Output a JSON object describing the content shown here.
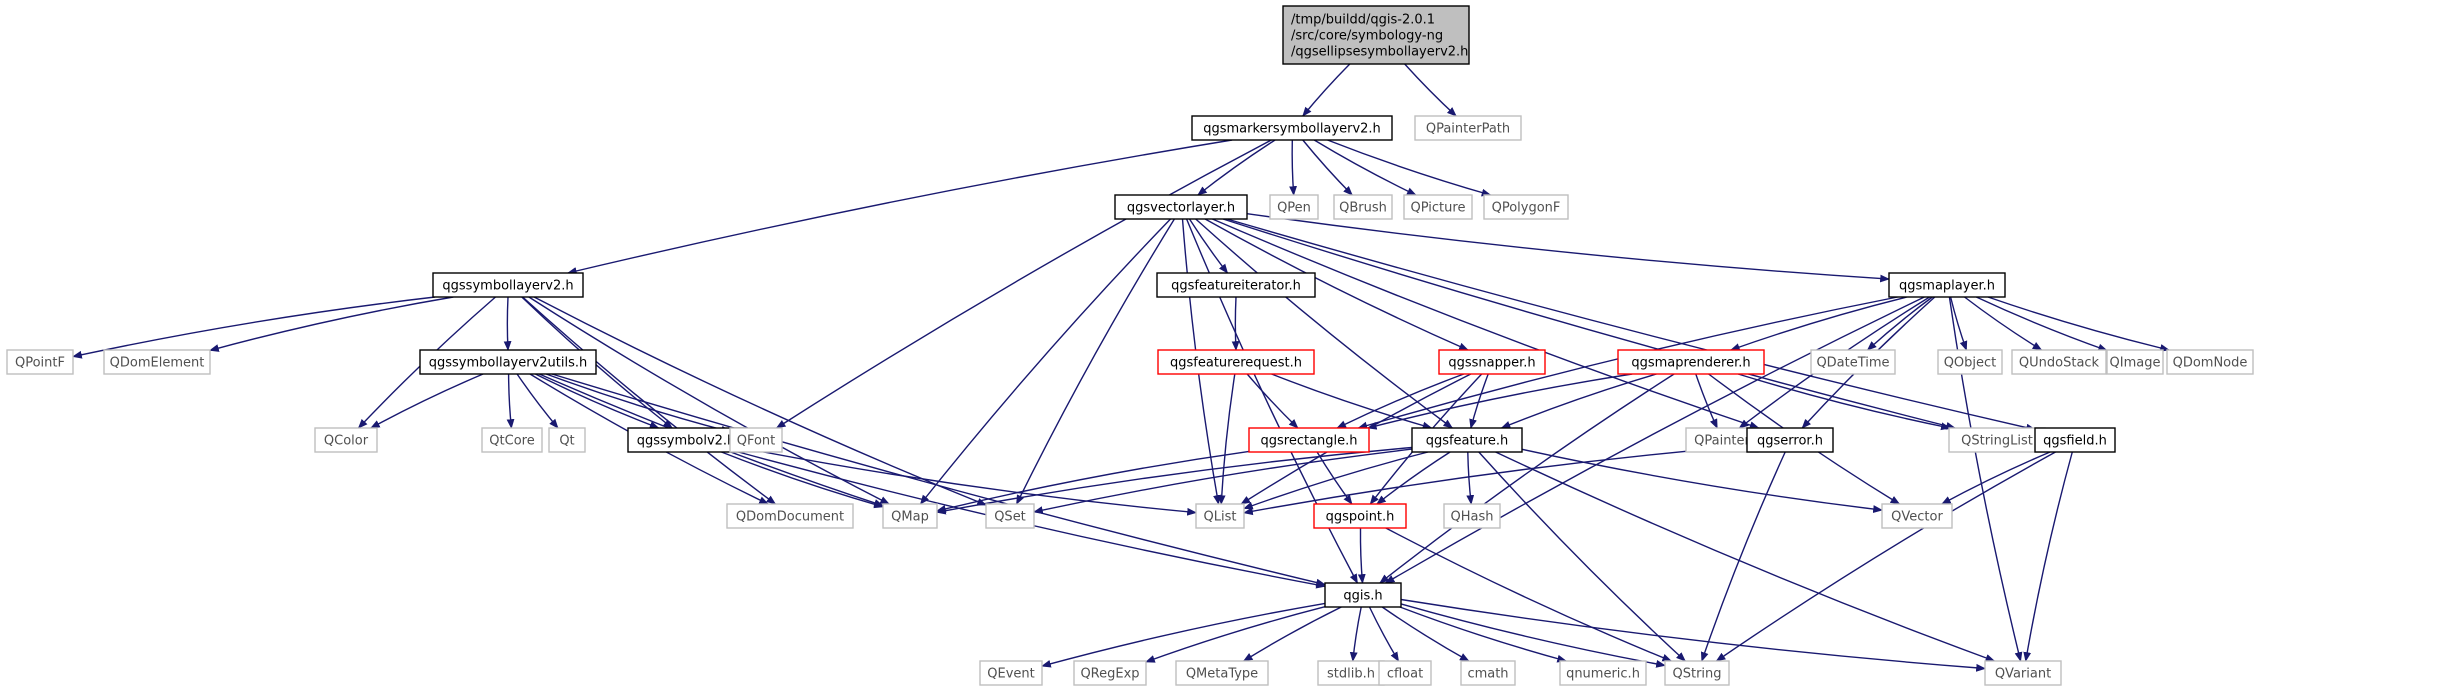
{
  "colors": {
    "edge": "#191970",
    "root_fill": "#bfbfbf",
    "project_border": "#000000",
    "external_border": "#bfbfbf",
    "incomplete_border": "#ff0000",
    "external_text": "#505050"
  },
  "nodes": {
    "root": {
      "lines": [
        "/tmp/buildd/qgis-2.0.1",
        "/src/core/symbology-ng",
        "/qgsellipsesymbollayerv2.h"
      ],
      "kind": "root"
    },
    "qpainterpath": {
      "lines": [
        "QPainterPath"
      ],
      "kind": "external"
    },
    "markersym": {
      "lines": [
        "qgsmarkersymbollayerv2.h"
      ],
      "kind": "project"
    },
    "vectorlayer": {
      "lines": [
        "qgsvectorlayer.h"
      ],
      "kind": "project"
    },
    "qpen": {
      "lines": [
        "QPen"
      ],
      "kind": "external"
    },
    "qbrush": {
      "lines": [
        "QBrush"
      ],
      "kind": "external"
    },
    "qpicture": {
      "lines": [
        "QPicture"
      ],
      "kind": "external"
    },
    "qpolygonf": {
      "lines": [
        "QPolygonF"
      ],
      "kind": "external"
    },
    "symlayer": {
      "lines": [
        "qgssymbollayerv2.h"
      ],
      "kind": "project"
    },
    "featureiterator": {
      "lines": [
        "qgsfeatureiterator.h"
      ],
      "kind": "project"
    },
    "maplayer": {
      "lines": [
        "qgsmaplayer.h"
      ],
      "kind": "project"
    },
    "qpointf": {
      "lines": [
        "QPointF"
      ],
      "kind": "external"
    },
    "qdomelement": {
      "lines": [
        "QDomElement"
      ],
      "kind": "external"
    },
    "symlayerutils": {
      "lines": [
        "qgssymbollayerv2utils.h"
      ],
      "kind": "project"
    },
    "featurerequest": {
      "lines": [
        "qgsfeaturerequest.h"
      ],
      "kind": "incomplete"
    },
    "snapper": {
      "lines": [
        "qgssnapper.h"
      ],
      "kind": "incomplete"
    },
    "maprenderer": {
      "lines": [
        "qgsmaprenderer.h"
      ],
      "kind": "incomplete"
    },
    "qdatetime": {
      "lines": [
        "QDateTime"
      ],
      "kind": "external"
    },
    "qobject": {
      "lines": [
        "QObject"
      ],
      "kind": "external"
    },
    "qundostack": {
      "lines": [
        "QUndoStack"
      ],
      "kind": "external"
    },
    "qimage": {
      "lines": [
        "QImage"
      ],
      "kind": "external"
    },
    "qdomnode": {
      "lines": [
        "QDomNode"
      ],
      "kind": "external"
    },
    "qcolor": {
      "lines": [
        "QColor"
      ],
      "kind": "external"
    },
    "qtcore": {
      "lines": [
        "QtCore"
      ],
      "kind": "external"
    },
    "qt": {
      "lines": [
        "Qt"
      ],
      "kind": "external"
    },
    "symbolv2": {
      "lines": [
        "qgssymbolv2.h"
      ],
      "kind": "project"
    },
    "qfont": {
      "lines": [
        "QFont"
      ],
      "kind": "external"
    },
    "rectangle": {
      "lines": [
        "qgsrectangle.h"
      ],
      "kind": "incomplete"
    },
    "feature": {
      "lines": [
        "qgsfeature.h"
      ],
      "kind": "project"
    },
    "qpainter": {
      "lines": [
        "QPainter"
      ],
      "kind": "external"
    },
    "qgserror": {
      "lines": [
        "qgserror.h"
      ],
      "kind": "project"
    },
    "qstringlist": {
      "lines": [
        "QStringList"
      ],
      "kind": "external"
    },
    "qgsfield": {
      "lines": [
        "qgsfield.h"
      ],
      "kind": "project"
    },
    "qdomdocument": {
      "lines": [
        "QDomDocument"
      ],
      "kind": "external"
    },
    "qmap": {
      "lines": [
        "QMap"
      ],
      "kind": "external"
    },
    "qset": {
      "lines": [
        "QSet"
      ],
      "kind": "external"
    },
    "qlist": {
      "lines": [
        "QList"
      ],
      "kind": "external"
    },
    "qgspoint": {
      "lines": [
        "qgspoint.h"
      ],
      "kind": "incomplete"
    },
    "qhash": {
      "lines": [
        "QHash"
      ],
      "kind": "external"
    },
    "qvector": {
      "lines": [
        "QVector"
      ],
      "kind": "external"
    },
    "qgis": {
      "lines": [
        "qgis.h"
      ],
      "kind": "project"
    },
    "qevent": {
      "lines": [
        "QEvent"
      ],
      "kind": "external"
    },
    "qregexp": {
      "lines": [
        "QRegExp"
      ],
      "kind": "external"
    },
    "qmetatype": {
      "lines": [
        "QMetaType"
      ],
      "kind": "external"
    },
    "stdlib": {
      "lines": [
        "stdlib.h"
      ],
      "kind": "external"
    },
    "cfloat": {
      "lines": [
        "cfloat"
      ],
      "kind": "external"
    },
    "cmath": {
      "lines": [
        "cmath"
      ],
      "kind": "external"
    },
    "qnumeric": {
      "lines": [
        "qnumeric.h"
      ],
      "kind": "external"
    },
    "qstring": {
      "lines": [
        "QString"
      ],
      "kind": "external"
    },
    "qvariant": {
      "lines": [
        "QVariant"
      ],
      "kind": "external"
    }
  },
  "edges": [
    [
      "root",
      "markersym"
    ],
    [
      "root",
      "qpainterpath"
    ],
    [
      "markersym",
      "symlayer"
    ],
    [
      "markersym",
      "vectorlayer"
    ],
    [
      "markersym",
      "qpen"
    ],
    [
      "markersym",
      "qbrush"
    ],
    [
      "markersym",
      "qpicture"
    ],
    [
      "markersym",
      "qpolygonf"
    ],
    [
      "markersym",
      "qfont"
    ],
    [
      "vectorlayer",
      "featureiterator"
    ],
    [
      "vectorlayer",
      "snapper"
    ],
    [
      "vectorlayer",
      "maplayer"
    ],
    [
      "vectorlayer",
      "feature"
    ],
    [
      "vectorlayer",
      "qmap"
    ],
    [
      "vectorlayer",
      "qset"
    ],
    [
      "vectorlayer",
      "qlist"
    ],
    [
      "vectorlayer",
      "qgis"
    ],
    [
      "vectorlayer",
      "qgserror"
    ],
    [
      "vectorlayer",
      "qgsfield"
    ],
    [
      "vectorlayer",
      "qstringlist"
    ],
    [
      "symlayer",
      "qpointf"
    ],
    [
      "symlayer",
      "qdomelement"
    ],
    [
      "symlayer",
      "qcolor"
    ],
    [
      "symlayer",
      "symlayerutils"
    ],
    [
      "symlayer",
      "symbolv2"
    ],
    [
      "symlayer",
      "qdomdocument"
    ],
    [
      "symlayer",
      "qmap"
    ],
    [
      "symlayer",
      "qset"
    ],
    [
      "symlayerutils",
      "qcolor"
    ],
    [
      "symlayerutils",
      "qtcore"
    ],
    [
      "symlayerutils",
      "qt"
    ],
    [
      "symlayerutils",
      "symbolv2"
    ],
    [
      "symlayerutils",
      "qfont"
    ],
    [
      "symlayerutils",
      "qmap"
    ],
    [
      "symlayerutils",
      "qgis"
    ],
    [
      "symlayerutils",
      "qdomdocument"
    ],
    [
      "symbolv2",
      "qmap"
    ],
    [
      "symbolv2",
      "qlist"
    ],
    [
      "symbolv2",
      "qgis"
    ],
    [
      "featureiterator",
      "featurerequest"
    ],
    [
      "featurerequest",
      "rectangle"
    ],
    [
      "featurerequest",
      "feature"
    ],
    [
      "featurerequest",
      "qlist"
    ],
    [
      "snapper",
      "rectangle"
    ],
    [
      "snapper",
      "feature"
    ],
    [
      "snapper",
      "qlist"
    ],
    [
      "snapper",
      "qgspoint"
    ],
    [
      "maplayer",
      "maprenderer"
    ],
    [
      "maplayer",
      "rectangle"
    ],
    [
      "maplayer",
      "qdatetime"
    ],
    [
      "maplayer",
      "qobject"
    ],
    [
      "maplayer",
      "qundostack"
    ],
    [
      "maplayer",
      "qimage"
    ],
    [
      "maplayer",
      "qdomnode"
    ],
    [
      "maplayer",
      "qpainter"
    ],
    [
      "maplayer",
      "qgserror"
    ],
    [
      "maplayer",
      "qgis"
    ],
    [
      "maplayer",
      "qvariant"
    ],
    [
      "maprenderer",
      "rectangle"
    ],
    [
      "maprenderer",
      "feature"
    ],
    [
      "maprenderer",
      "qpainter"
    ],
    [
      "maprenderer",
      "qstringlist"
    ],
    [
      "maprenderer",
      "qvector"
    ],
    [
      "maprenderer",
      "qgis"
    ],
    [
      "rectangle",
      "qgspoint"
    ],
    [
      "rectangle",
      "qmap"
    ],
    [
      "feature",
      "qmap"
    ],
    [
      "feature",
      "qset"
    ],
    [
      "feature",
      "qlist"
    ],
    [
      "feature",
      "qhash"
    ],
    [
      "feature",
      "qvector"
    ],
    [
      "feature",
      "qgspoint"
    ],
    [
      "feature",
      "qstring"
    ],
    [
      "feature",
      "qvariant"
    ],
    [
      "qgserror",
      "qlist"
    ],
    [
      "qgserror",
      "qstring"
    ],
    [
      "qgsfield",
      "qvector"
    ],
    [
      "qgsfield",
      "qstring"
    ],
    [
      "qgsfield",
      "qvariant"
    ],
    [
      "qgspoint",
      "qgis"
    ],
    [
      "qgspoint",
      "qstring"
    ],
    [
      "qgis",
      "qevent"
    ],
    [
      "qgis",
      "qregexp"
    ],
    [
      "qgis",
      "qmetatype"
    ],
    [
      "qgis",
      "stdlib"
    ],
    [
      "qgis",
      "cfloat"
    ],
    [
      "qgis",
      "cmath"
    ],
    [
      "qgis",
      "qnumeric"
    ],
    [
      "qgis",
      "qstring"
    ],
    [
      "qgis",
      "qvariant"
    ]
  ]
}
